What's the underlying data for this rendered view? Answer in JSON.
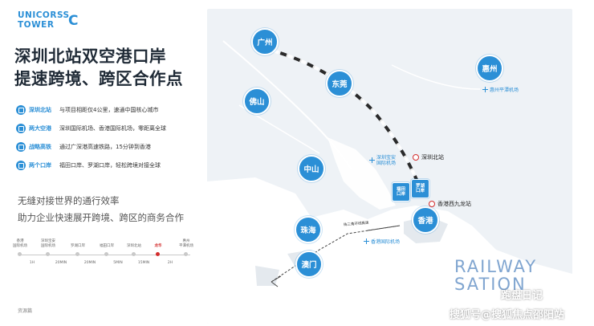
{
  "logo": {
    "line1": "UNICORSS",
    "line2": "TOWER",
    "mark": "C"
  },
  "title": {
    "line1": "深圳北站双空港口岸",
    "line2": "提速跨境、跨区合作点"
  },
  "bullets": [
    {
      "label": "深圳北站",
      "text": "与项目相距仅4公里，速通中国核心城市"
    },
    {
      "label": "两大空港",
      "text": "深圳国际机场、香港国际机场，零距离全球"
    },
    {
      "label": "战略高铁",
      "text": "通过广深港高速铁路，15分钟到香港"
    },
    {
      "label": "两个口岸",
      "text": "福田口岸、罗湖口岸，轻松跨境对接全球"
    }
  ],
  "slogan": {
    "line1": "无缝对接世界的通行效率",
    "line2": "助力企业快速展开跨境、跨区的商务合作"
  },
  "timeline": {
    "stops": [
      "香港\n国际机场",
      "深圳宝安\n国际机场",
      "罗湖口岸",
      "福田口岸",
      "深圳北站",
      "龙华",
      "惠州\n平潭机场"
    ],
    "times": [
      "1H",
      "20MIN",
      "20MIN",
      "5MIN",
      "15MIN",
      "2H"
    ],
    "highlight_color": "#d32d2d"
  },
  "source": "资源篇",
  "map": {
    "cities": {
      "guangzhou": "广州",
      "dongguan": "东莞",
      "huizhou": "惠州",
      "foshan": "佛山",
      "zhongshan": "中山",
      "zhuhai": "珠海",
      "hongkong": "香港",
      "macau": "澳门",
      "futian": "福田\n口岸",
      "luohu": "罗湖\n口岸"
    },
    "airports": {
      "huizhou": "惠州平潭机场",
      "shenzhen": "深圳宝安\n国际机场",
      "hongkong": "香港国际机场"
    },
    "stations": {
      "shenzhen_north": "深圳北站",
      "hk_west_kowloon": "香港西九龙站"
    },
    "bridge": "珠三角环线高速",
    "railway_text": {
      "line1": "RAILWAY",
      "line2": "SATION"
    }
  },
  "watermark": {
    "line1": "跑盘日记",
    "line2": "搜狐号@搜狐焦点邵阳站"
  },
  "colors": {
    "accent": "#2b8fd6",
    "title": "#1f2a36",
    "red": "#d32d2d"
  }
}
